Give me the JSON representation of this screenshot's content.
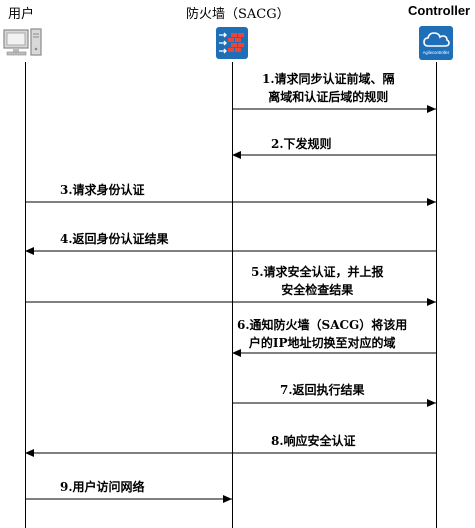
{
  "participants": {
    "user": "用户",
    "firewall": "防火墙（SACG）",
    "controller": "Controller",
    "controller_icon_text": "Agilecontroller"
  },
  "icons": {
    "user": "desktop-pc-icon",
    "firewall": "firewall-brick-icon",
    "controller": "cloud-controller-icon"
  },
  "colors": {
    "icon_blue": "#1f6fb8",
    "firewall_brick": "#e8463a"
  },
  "messages": [
    {
      "step": "1",
      "lines": [
        "1.请求同步认证前域、隔",
        "离域和认证后域的规则"
      ],
      "from": "firewall",
      "to": "controller"
    },
    {
      "step": "2",
      "lines": [
        "2.下发规则"
      ],
      "from": "controller",
      "to": "firewall"
    },
    {
      "step": "3",
      "lines": [
        "3.请求身份认证"
      ],
      "from": "user",
      "to": "controller"
    },
    {
      "step": "4",
      "lines": [
        "4.返回身份认证结果"
      ],
      "from": "controller",
      "to": "user"
    },
    {
      "step": "5",
      "lines": [
        "5.请求安全认证，并上报",
        "安全检查结果"
      ],
      "from": "user",
      "to": "controller"
    },
    {
      "step": "6",
      "lines": [
        "6.通知防火墙（SACG）将该用",
        "户的IP地址切换至对应的域"
      ],
      "from": "controller",
      "to": "firewall"
    },
    {
      "step": "7",
      "lines": [
        "7.返回执行结果"
      ],
      "from": "firewall",
      "to": "controller"
    },
    {
      "step": "8",
      "lines": [
        "8.响应安全认证"
      ],
      "from": "controller",
      "to": "user"
    },
    {
      "step": "9",
      "lines": [
        "9.用户访问网络"
      ],
      "from": "user",
      "to": "firewall"
    }
  ]
}
